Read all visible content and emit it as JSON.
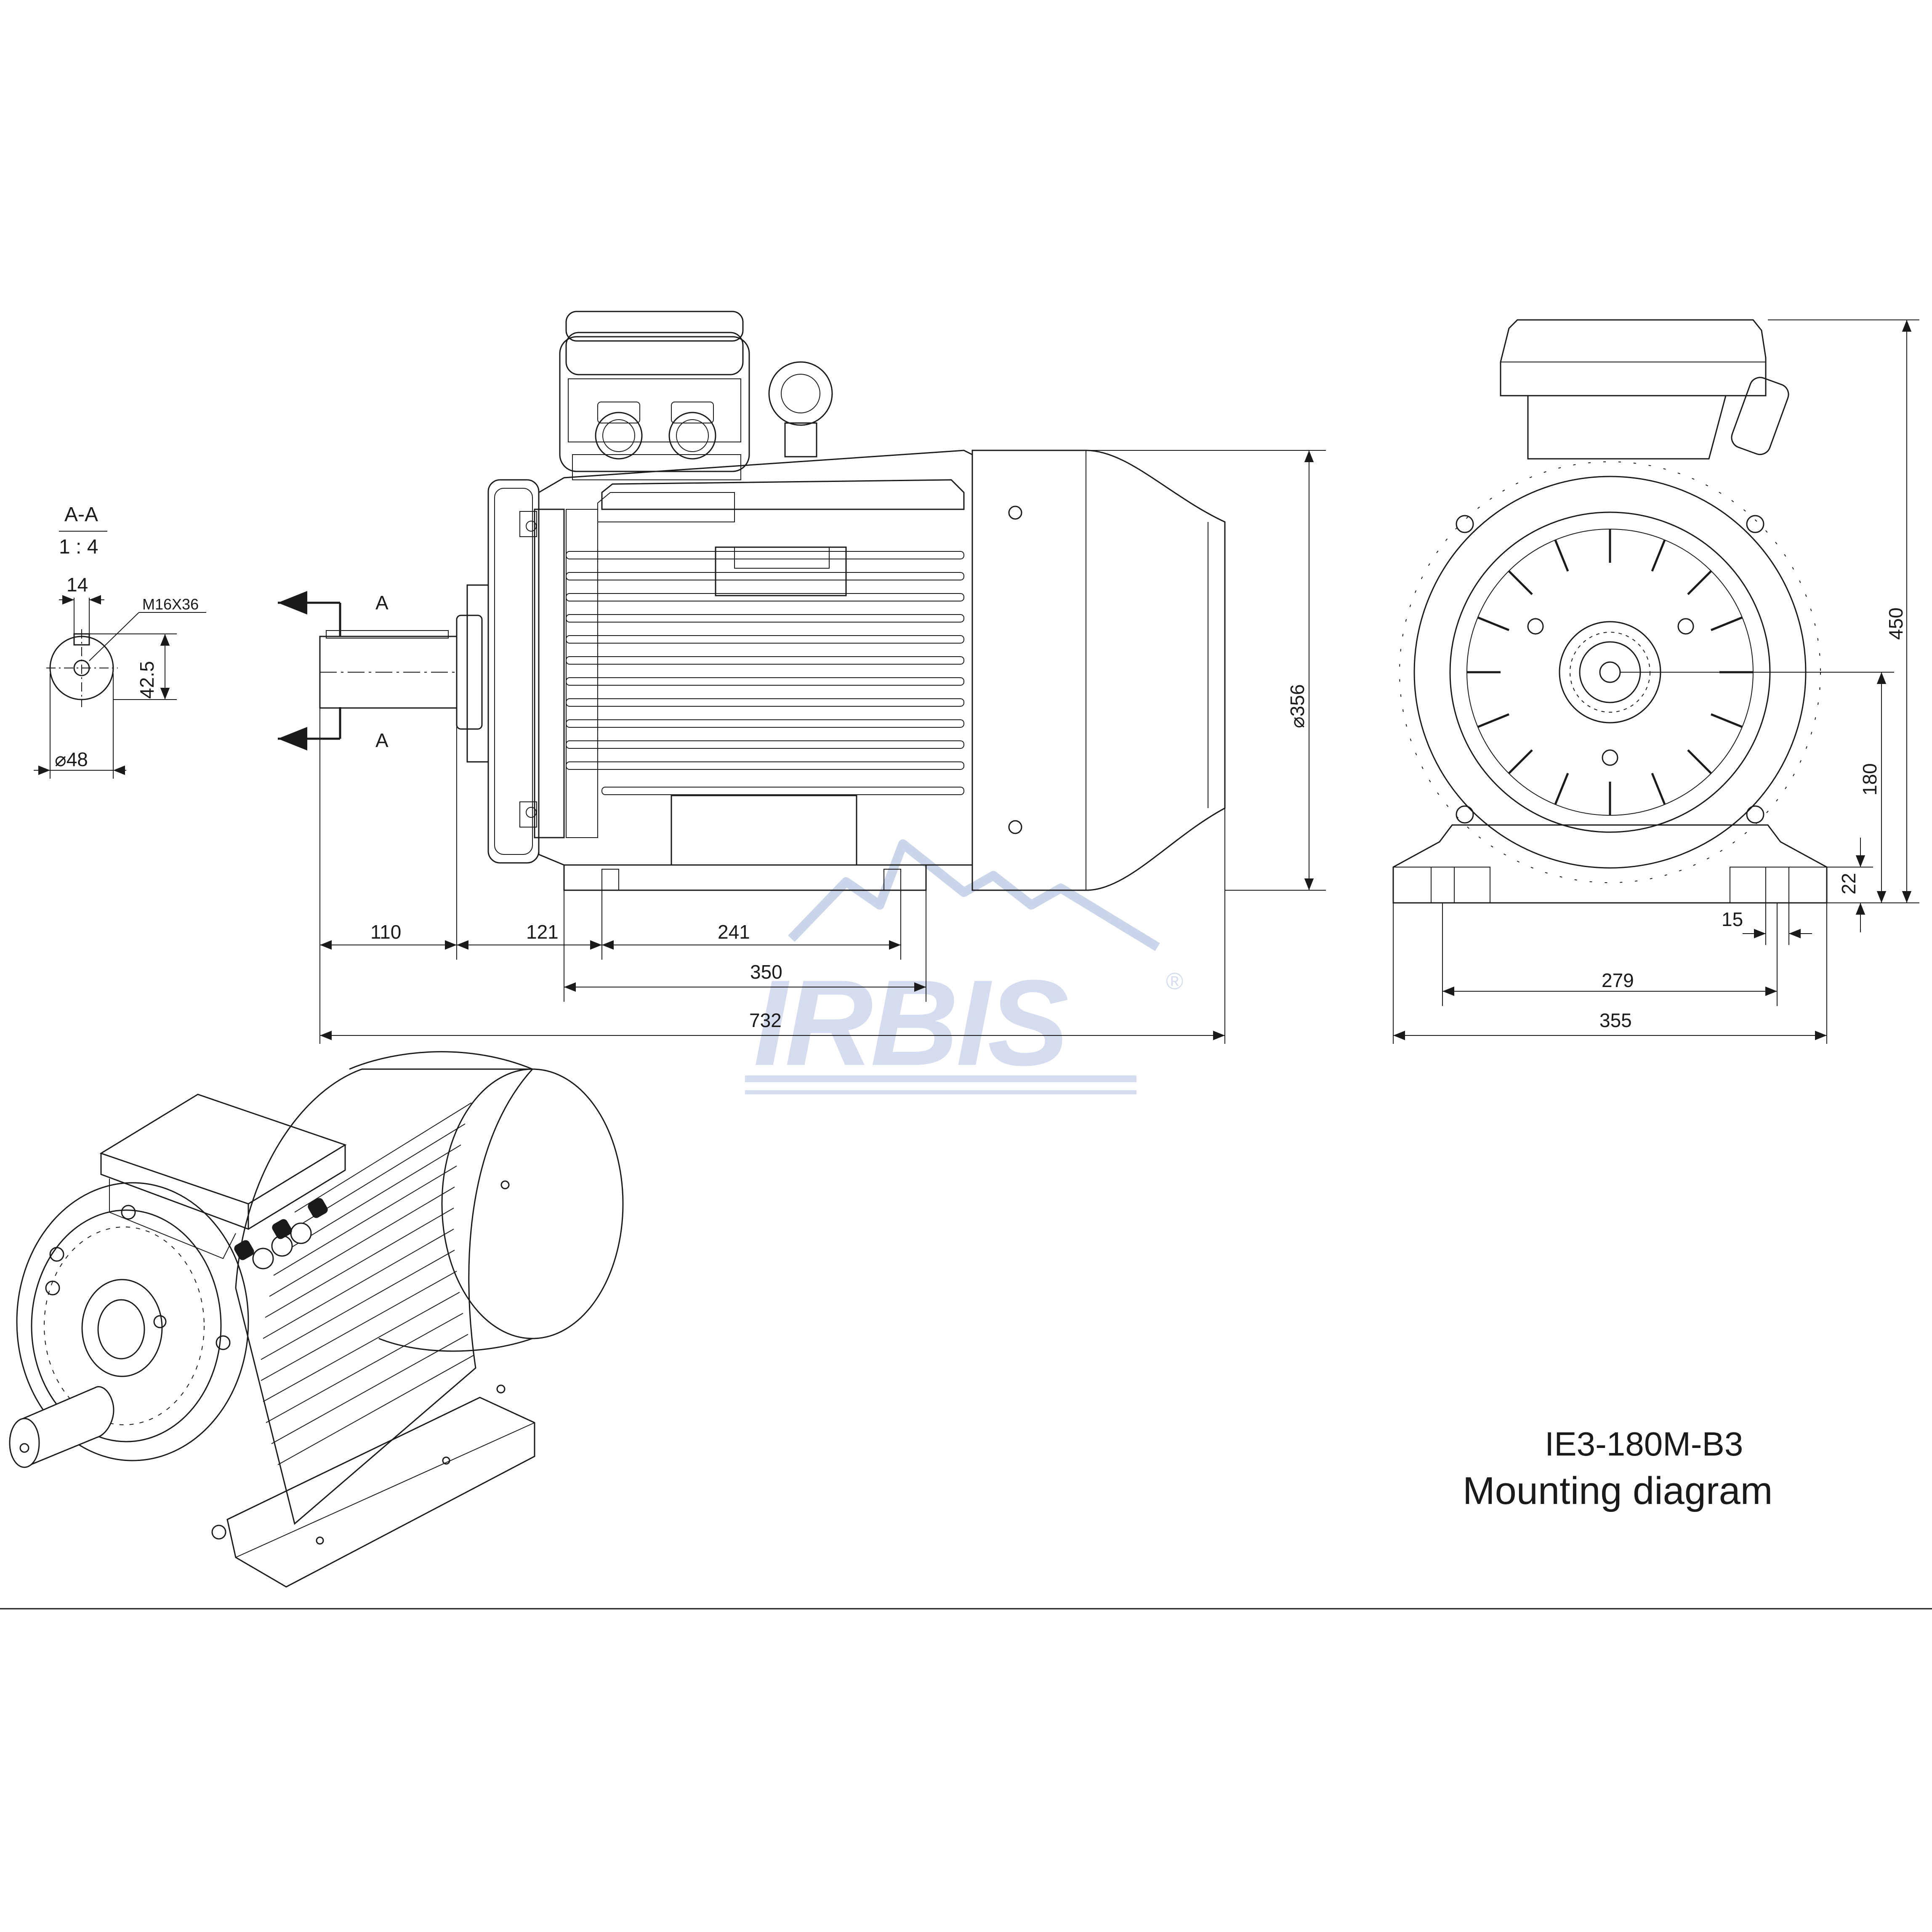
{
  "drawing": {
    "model": "IE3-180M-B3",
    "title": "Mounting diagram",
    "logo": {
      "text": "IRBIS",
      "mark": "®",
      "color": "#c9d6ea"
    }
  },
  "section": {
    "name": "A-A",
    "scale": "1 : 4",
    "key_width": "14",
    "thread": "M16X36",
    "key_height": "42.5",
    "shaft_diameter": "⌀48",
    "cut_label_top": "A",
    "cut_label_bottom": "A"
  },
  "side_view": {
    "dims": {
      "shaft_length": "110",
      "flange_to_foot": "121",
      "foot_spacing": "241",
      "foot_outer": "350",
      "overall_length": "732",
      "body_diameter": "⌀356"
    }
  },
  "end_view": {
    "dims": {
      "overall_height": "450",
      "shaft_height": "180",
      "foot_thickness": "22",
      "hole_diameter": "15",
      "foot_hole_spacing": "279",
      "foot_width": "355"
    }
  },
  "colors": {
    "line": "#1a1a1a",
    "watermark": "#c9d6ea"
  }
}
